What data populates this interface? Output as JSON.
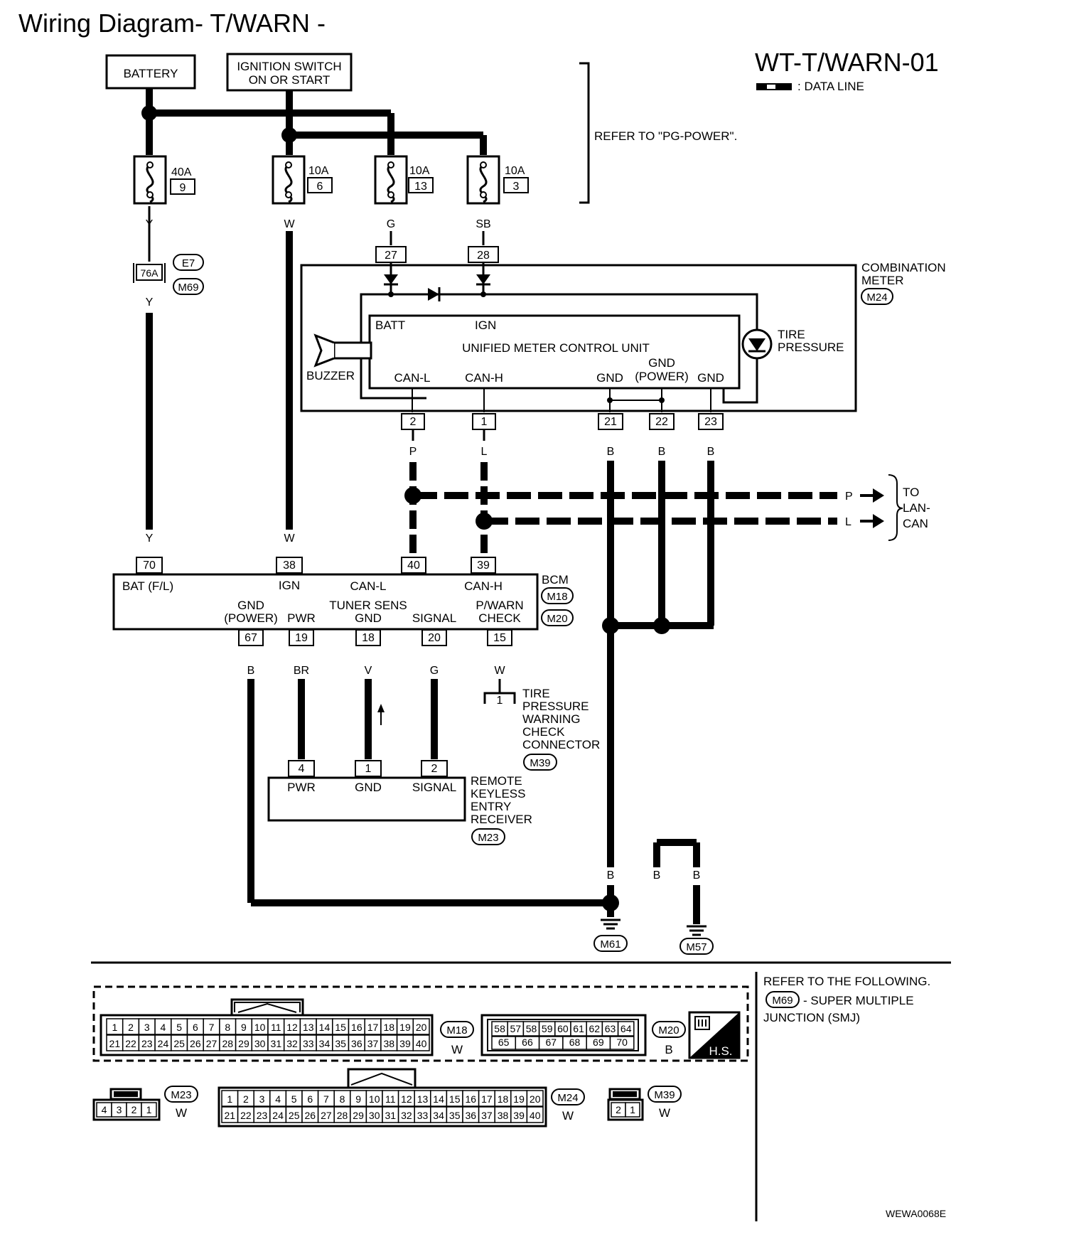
{
  "title": "Wiring Diagram- T/WARN -",
  "diagram_code": "WT-T/WARN-01",
  "legend_text": ": DATA LINE",
  "refer_note": "REFER TO \"PG-POWER\".",
  "image_code": "WEWA0068E",
  "sources": {
    "battery": "BATTERY",
    "ignition_line1": "IGNITION SWITCH",
    "ignition_line2": "ON OR START"
  },
  "fuses": [
    {
      "rating": "40A",
      "num": "9",
      "wire": "Y"
    },
    {
      "rating": "10A",
      "num": "6",
      "wire": "W"
    },
    {
      "rating": "10A",
      "num": "13",
      "wire": "G"
    },
    {
      "rating": "10A",
      "num": "3",
      "wire": "SB"
    }
  ],
  "junction": {
    "pin": "76A",
    "conn_top": "E7",
    "conn_bottom": "M69",
    "wire_below": "Y"
  },
  "combination_meter": {
    "name1": "COMBINATION",
    "name2": "METER",
    "connector": "M24",
    "unit": "UNIFIED METER CONTROL UNIT",
    "batt": "BATT",
    "ign": "IGN",
    "can_l": "CAN-L",
    "can_h": "CAN-H",
    "gnd": "GND",
    "gnd_power1": "GND",
    "gnd_power2": "(POWER)",
    "buzzer": "BUZZER",
    "tire1": "TIRE",
    "tire2": "PRESSURE",
    "pins_top": [
      "27",
      "28"
    ],
    "pins_bottom": [
      "2",
      "1",
      "21",
      "22",
      "23"
    ],
    "wires_bottom": [
      "P",
      "L",
      "B",
      "B",
      "B"
    ]
  },
  "lan": {
    "p": "P",
    "l": "L",
    "to1": "TO",
    "to2": "LAN-",
    "to3": "CAN"
  },
  "bcm": {
    "name": "BCM",
    "conn1": "M18",
    "conn2": "M20",
    "pins_top": [
      "70",
      "38",
      "40",
      "39"
    ],
    "wires_top": [
      "Y",
      "W",
      "",
      ""
    ],
    "label_bat": "BAT (F/L)",
    "label_ign": "IGN",
    "label_canl": "CAN-L",
    "label_canh": "CAN-H",
    "label_gnd1": "GND",
    "label_gnd2": "(POWER)",
    "label_pwr": "PWR",
    "label_tuner1": "TUNER SENS",
    "label_tuner2": "GND",
    "label_signal": "SIGNAL",
    "label_pwarn1": "P/WARN",
    "label_pwarn2": "CHECK",
    "pins_bottom": [
      "67",
      "19",
      "18",
      "20",
      "15"
    ],
    "wires_bottom": [
      "B",
      "BR",
      "V",
      "G",
      "W"
    ]
  },
  "check_connector": {
    "pin": "1",
    "lines": [
      "TIRE",
      "PRESSURE",
      "WARNING",
      "CHECK",
      "CONNECTOR"
    ],
    "connector": "M39"
  },
  "rke": {
    "pins": [
      "4",
      "1",
      "2"
    ],
    "labels": [
      "PWR",
      "GND",
      "SIGNAL"
    ],
    "lines": [
      "REMOTE",
      "KEYLESS",
      "ENTRY",
      "RECEIVER"
    ],
    "connector": "M23"
  },
  "grounds": {
    "wire_left": "B",
    "wire_mid": "B",
    "wire_r1": "B",
    "wire_r2": "B",
    "g1": "M61",
    "g2": "M57"
  },
  "reference": {
    "line1": "REFER TO THE FOLLOWING.",
    "conn": "M69",
    "line2": "- SUPER MULTIPLE",
    "line3": "JUNCTION (SMJ)"
  },
  "connector_views": [
    {
      "id": "M18",
      "color": "W",
      "rows": [
        [
          "1",
          "2",
          "3",
          "4",
          "5",
          "6",
          "7",
          "8",
          "9",
          "10",
          "11",
          "12",
          "13",
          "14",
          "15",
          "16",
          "17",
          "18",
          "19",
          "20"
        ],
        [
          "21",
          "22",
          "23",
          "24",
          "25",
          "26",
          "27",
          "28",
          "29",
          "30",
          "31",
          "32",
          "33",
          "34",
          "35",
          "36",
          "37",
          "38",
          "39",
          "40"
        ]
      ]
    },
    {
      "id": "M20",
      "color": "B",
      "rows": [
        [
          "58",
          "57",
          "58",
          "59",
          "60",
          "61",
          "62",
          "63",
          "64"
        ],
        [
          "65",
          "66",
          "67",
          "68",
          "69",
          "70"
        ]
      ]
    },
    {
      "id": "M23",
      "color": "W",
      "rows": [
        [
          "4",
          "3",
          "2",
          "1"
        ]
      ]
    },
    {
      "id": "M24",
      "color": "W",
      "rows": [
        [
          "1",
          "2",
          "3",
          "4",
          "5",
          "6",
          "7",
          "8",
          "9",
          "10",
          "11",
          "12",
          "13",
          "14",
          "15",
          "16",
          "17",
          "18",
          "19",
          "20"
        ],
        [
          "21",
          "22",
          "23",
          "24",
          "25",
          "26",
          "27",
          "28",
          "29",
          "30",
          "31",
          "32",
          "33",
          "34",
          "35",
          "36",
          "37",
          "38",
          "39",
          "40"
        ]
      ]
    },
    {
      "id": "M39",
      "color": "W",
      "rows": [
        [
          "2",
          "1"
        ]
      ]
    }
  ],
  "hs_label": "H.S."
}
